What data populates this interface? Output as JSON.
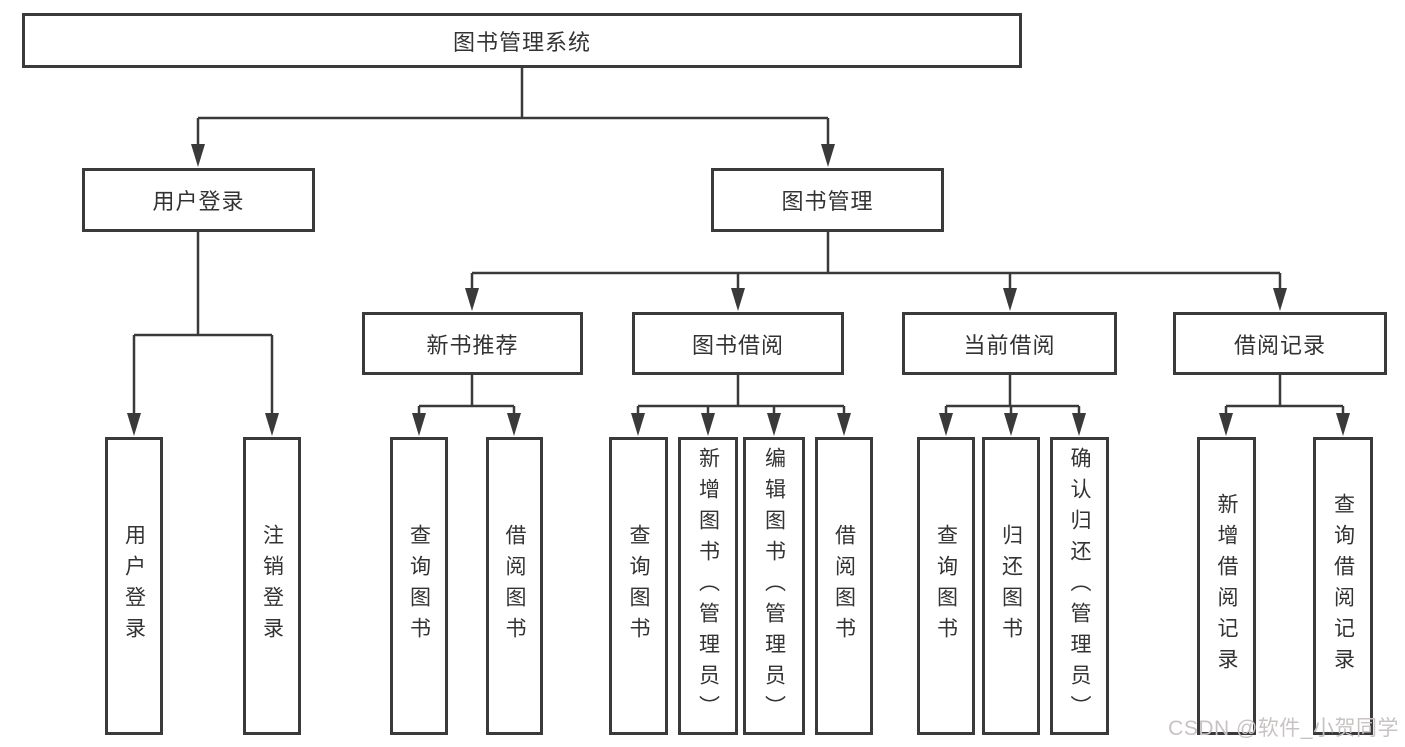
{
  "nodes": {
    "root": {
      "label": "图书管理系统"
    },
    "user_login": {
      "label": "用户登录",
      "parent": "root"
    },
    "book_management": {
      "label": "图书管理",
      "parent": "root"
    },
    "leaf_user_login": {
      "label": "用户登录",
      "parent": "user_login"
    },
    "leaf_logout": {
      "label": "注销登录",
      "parent": "user_login"
    },
    "new_book_recommend": {
      "label": "新书推荐",
      "parent": "book_management"
    },
    "book_borrowing": {
      "label": "图书借阅",
      "parent": "book_management"
    },
    "current_borrowing": {
      "label": "当前借阅",
      "parent": "book_management"
    },
    "borrowing_records": {
      "label": "借阅记录",
      "parent": "book_management"
    },
    "nbr_query_books": {
      "label": "查询图书",
      "parent": "new_book_recommend"
    },
    "nbr_borrow_books": {
      "label": "借阅图书",
      "parent": "new_book_recommend"
    },
    "bb_query_books": {
      "label": "查询图书",
      "parent": "book_borrowing"
    },
    "bb_add_books_admin": {
      "label": "新增图书（管理员）",
      "parent": "book_borrowing"
    },
    "bb_edit_books_admin": {
      "label": "编辑图书（管理员）",
      "parent": "book_borrowing"
    },
    "bb_borrow_books": {
      "label": "借阅图书",
      "parent": "book_borrowing"
    },
    "cb_query_books": {
      "label": "查询图书",
      "parent": "current_borrowing"
    },
    "cb_return_books": {
      "label": "归还图书",
      "parent": "current_borrowing"
    },
    "cb_confirm_return_admin": {
      "label": "确认归还（管理员）",
      "parent": "current_borrowing"
    },
    "br_add_record": {
      "label": "新增借阅记录",
      "parent": "borrowing_records"
    },
    "br_query_record": {
      "label": "查询借阅记录",
      "parent": "borrowing_records"
    }
  },
  "structure": {
    "root": [
      "user_login",
      "book_management"
    ],
    "user_login": [
      "leaf_user_login",
      "leaf_logout"
    ],
    "book_management": [
      "new_book_recommend",
      "book_borrowing",
      "current_borrowing",
      "borrowing_records"
    ],
    "new_book_recommend": [
      "nbr_query_books",
      "nbr_borrow_books"
    ],
    "book_borrowing": [
      "bb_query_books",
      "bb_add_books_admin",
      "bb_edit_books_admin",
      "bb_borrow_books"
    ],
    "current_borrowing": [
      "cb_query_books",
      "cb_return_books",
      "cb_confirm_return_admin"
    ],
    "borrowing_records": [
      "br_add_record",
      "br_query_record"
    ]
  },
  "watermark": {
    "text": "CSDN @软件_小贺同学"
  },
  "colors": {
    "line": "#3a3a3a",
    "box_border": "#3a3a3a",
    "box_fill": "#ffffff",
    "label_text": "#333333",
    "watermark_text": "#c7c3c3"
  }
}
